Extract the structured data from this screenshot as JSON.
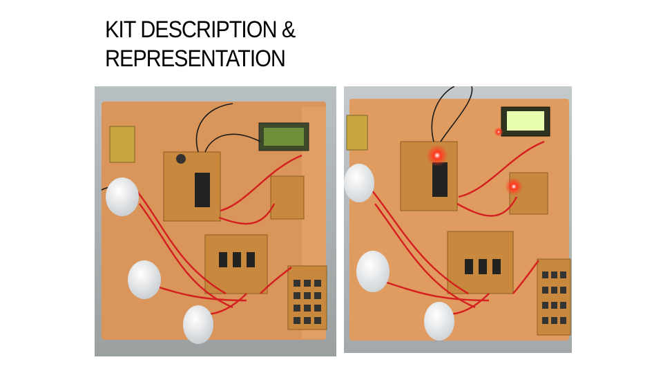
{
  "slide": {
    "title_line1": "KIT DESCRIPTION &",
    "title_line2": "REPRESENTATION"
  },
  "photos": {
    "left": {
      "state": "powered-off"
    },
    "right": {
      "state": "powered-on"
    }
  },
  "colors": {
    "board": "#d9955a",
    "wire": "#d42020",
    "lcd_off": "#6f8f3a",
    "lcd_on": "#e8ffb0",
    "led_glow": "#ff2a1a"
  }
}
